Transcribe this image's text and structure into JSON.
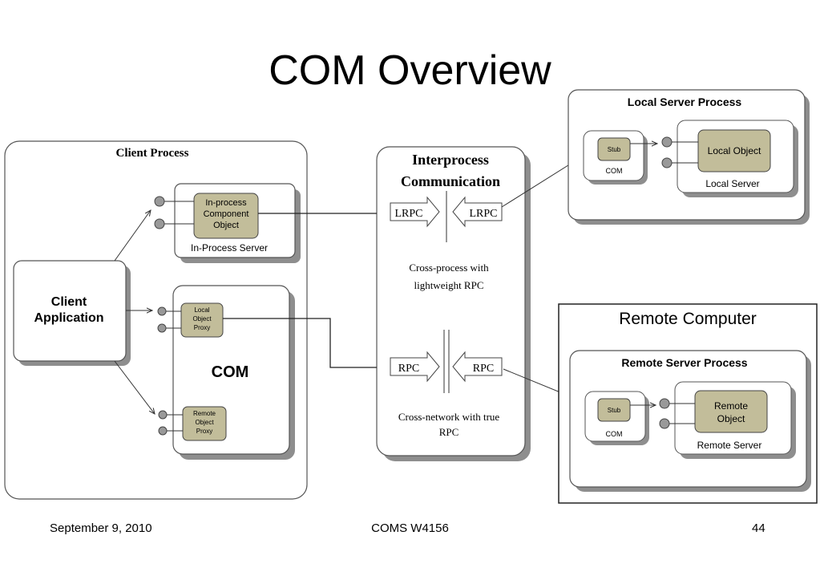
{
  "slide": {
    "title": "COM Overview",
    "footer_date": "September 9, 2010",
    "footer_course": "COMS W4156",
    "footer_page": "44"
  },
  "diagram": {
    "client_process": {
      "title": "Client Process",
      "client_app_line1": "Client",
      "client_app_line2": "Application",
      "inproc_server_label": "In-Process Server",
      "inproc_obj_line1": "In-process",
      "inproc_obj_line2": "Component",
      "inproc_obj_line3": "Object",
      "com_label": "COM",
      "local_proxy_line1": "Local",
      "local_proxy_line2": "Object",
      "local_proxy_line3": "Proxy",
      "remote_proxy_line1": "Remote",
      "remote_proxy_line2": "Object",
      "remote_proxy_line3": "Proxy"
    },
    "ipc": {
      "title_line1": "Interprocess",
      "title_line2": "Communication",
      "lrpc_left": "LRPC",
      "lrpc_right": "LRPC",
      "lrpc_desc_line1": "Cross-process with",
      "lrpc_desc_line2": "lightweight RPC",
      "rpc_left": "RPC",
      "rpc_right": "RPC",
      "rpc_desc_line1": "Cross-network with true",
      "rpc_desc_line2": "RPC"
    },
    "local_server_process": {
      "title": "Local Server Process",
      "stub": "Stub",
      "com": "COM",
      "object": "Local Object",
      "server_label": "Local Server"
    },
    "remote_computer": {
      "title": "Remote Computer",
      "process_title": "Remote Server Process",
      "stub": "Stub",
      "com": "COM",
      "object_line1": "Remote",
      "object_line2": "Object",
      "server_label": "Remote Server"
    }
  }
}
